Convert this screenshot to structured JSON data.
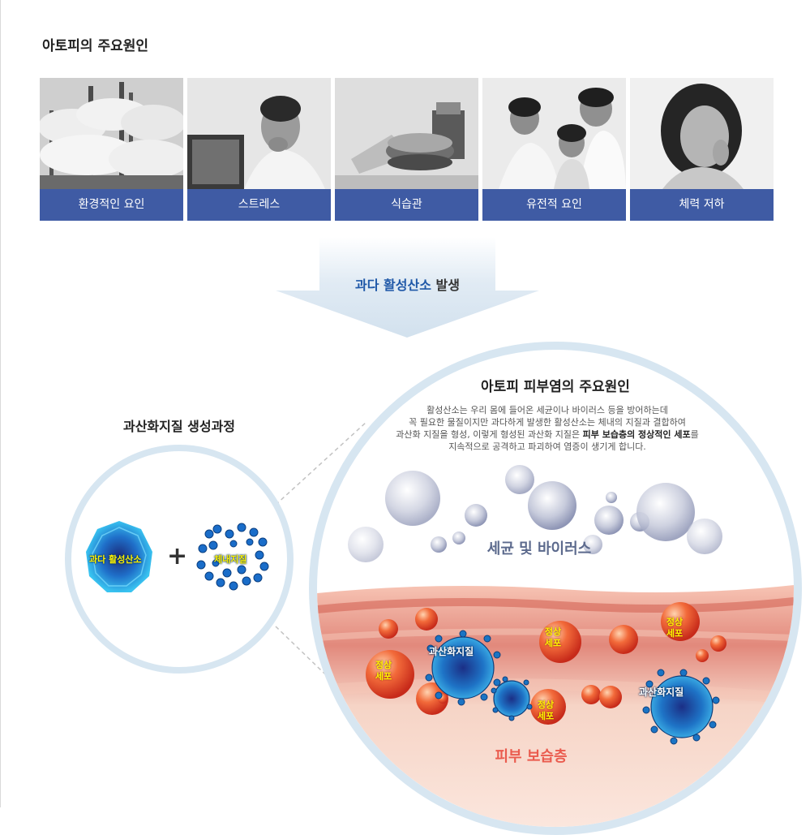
{
  "section": {
    "title": "아토피의 주요원인"
  },
  "causes": [
    {
      "label": "환경적인 요인"
    },
    {
      "label": "스트레스"
    },
    {
      "label": "식습관"
    },
    {
      "label": "유전적 요인"
    },
    {
      "label": "체력 저하"
    }
  ],
  "arrow": {
    "highlight": "과다 활성산소",
    "suffix": " 발생"
  },
  "process": {
    "title": "과산화지질 생성과정",
    "ros_label": "과다 활성산소",
    "plus": "+",
    "lipid_label": "체내지질"
  },
  "atopy": {
    "title": "아토피 피부염의 주요원인",
    "desc_line1": "활성산소는 우리 몸에 들어온 세균이나 바이러스 등을 방어하는데",
    "desc_line2": "꼭 필요한 물질이지만 과다하게 발생한 활성산소는 체내의 지질과 결합하여",
    "desc_line3_a": "과산화 지질을 형성, 이렇게 형성된 과산화 지질은 ",
    "desc_line3_b": "피부 보습층의 정상적인 세포",
    "desc_line3_c": "를",
    "desc_line4": "지속적으로 공격하고 파괴하여 염증이  생기게 합니다.",
    "germ_label": "세균 및 바이러스",
    "skin_label": "피부 보습층",
    "normal_cell": "정상\n세포",
    "oxidized_lipid": "과산화지질"
  },
  "colors": {
    "cause_label_bg": "#3f5ba4",
    "highlight_blue": "#1f58a8",
    "circle_border": "#d7e6f1",
    "skin_red": "#ea5b4e"
  }
}
